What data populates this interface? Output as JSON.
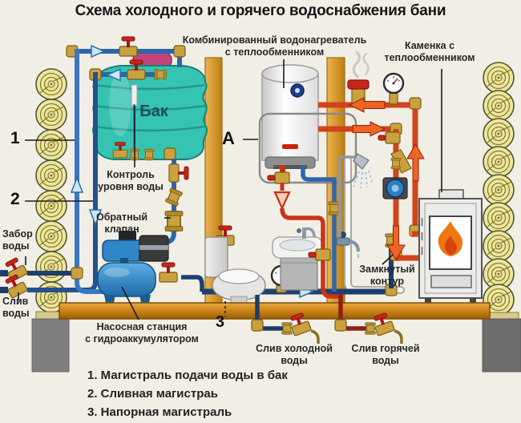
{
  "title": "Схема холодного и горячего водоснабжения бани",
  "labels": {
    "heater": "Комбинированный водонагреватель\nс теплообменником",
    "stove": "Каменка с\nтеплообменником",
    "tank": "Бак",
    "water_level": "Контроль\nуровня воды",
    "check_valve": "Обратный\nклапан",
    "water_intake": "Забор\nводы",
    "water_drain": "Слив\nводы",
    "pump_station": "Насосная станция\nс гидроаккумулятором",
    "closed_loop": "Замкнутый\nконтур",
    "cold_drain": "Слив холодной\nводы",
    "hot_drain": "Слив горячей\nводы"
  },
  "markers": {
    "supply_line": "1",
    "drain_line": "2",
    "pressure_line": "3",
    "heater_marker": "А"
  },
  "legend": {
    "items": [
      "1. Магистраль подачи воды в бак",
      "2. Сливная магистраь",
      "3. Напорная магистраль"
    ]
  },
  "colors": {
    "background": "#f1eee6",
    "cold_pipe": "#2e66a8",
    "drain_pipe": "#1e3f6e",
    "hot_pipe": "#d2431c",
    "hot_drain_pipe": "#8c2014",
    "brass": "#c9a23f",
    "valve_handle": "#cc2418",
    "tank": "#35c3b2",
    "tank_lid": "#c2457c",
    "pump": "#2f86c8",
    "logs": "#ece79f",
    "floor": "#cf8a1f",
    "post": "#dfa437",
    "foundation": "#7d7d7d",
    "flame": "#ef7611"
  }
}
